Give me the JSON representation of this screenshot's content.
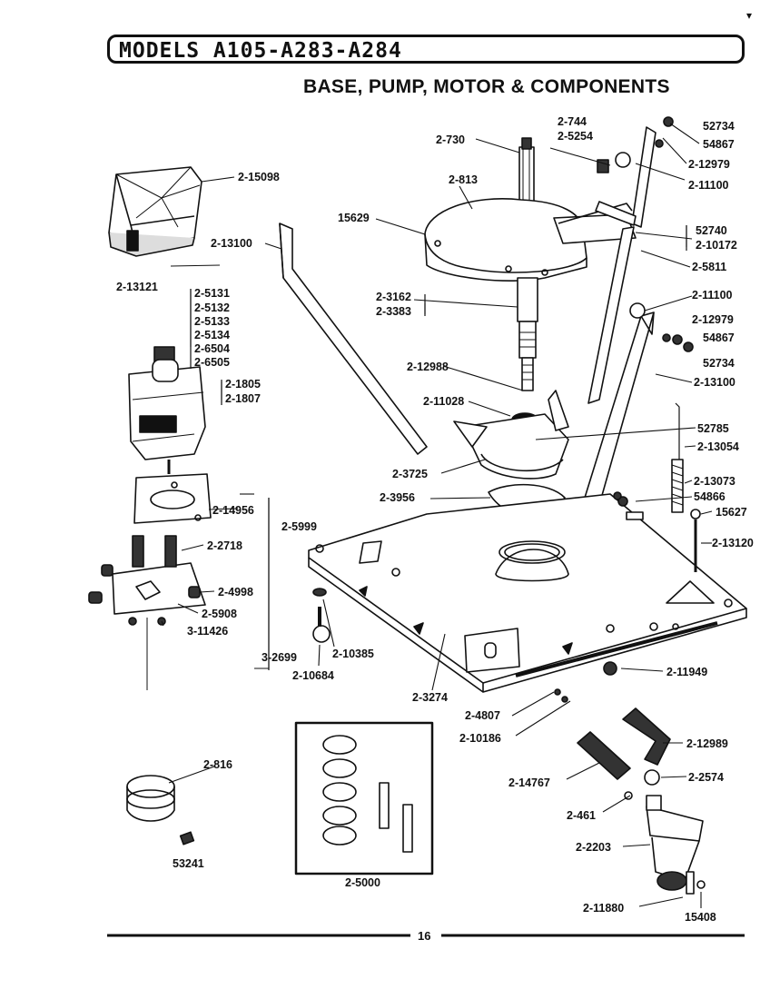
{
  "header": {
    "models_title": "MODELS A105-A283-A284",
    "section_title": "BASE, PUMP, MOTOR & COMPONENTS"
  },
  "page_number": "16",
  "part_labels": [
    "2-730",
    "2-744",
    "2-5254",
    "52734",
    "54867",
    "2-12979",
    "2-11100",
    "2-813",
    "2-15098",
    "15629",
    "52740",
    "2-10172",
    "2-13100",
    "2-5811",
    "2-13121",
    "2-5131",
    "2-5132",
    "2-5133",
    "2-5134",
    "2-6504",
    "2-6505",
    "2-3162",
    "2-3383",
    "2-11100",
    "2-12979",
    "54867",
    "52734",
    "2-1805",
    "2-1807",
    "2-12988",
    "2-13100",
    "2-11028",
    "52785",
    "2-13054",
    "2-3725",
    "2-13073",
    "2-3956",
    "54866",
    "15627",
    "2-14956",
    "2-5999",
    "2-13120",
    "2-2718",
    "2-4998",
    "2-5908",
    "3-11426",
    "3-2699",
    "2-10385",
    "2-10684",
    "2-3274",
    "2-11949",
    "2-4807",
    "2-10186",
    "2-12989",
    "2-816",
    "2-14767",
    "2-2574",
    "2-461",
    "2-2203",
    "53241",
    "2-5000",
    "2-11880",
    "15408"
  ]
}
